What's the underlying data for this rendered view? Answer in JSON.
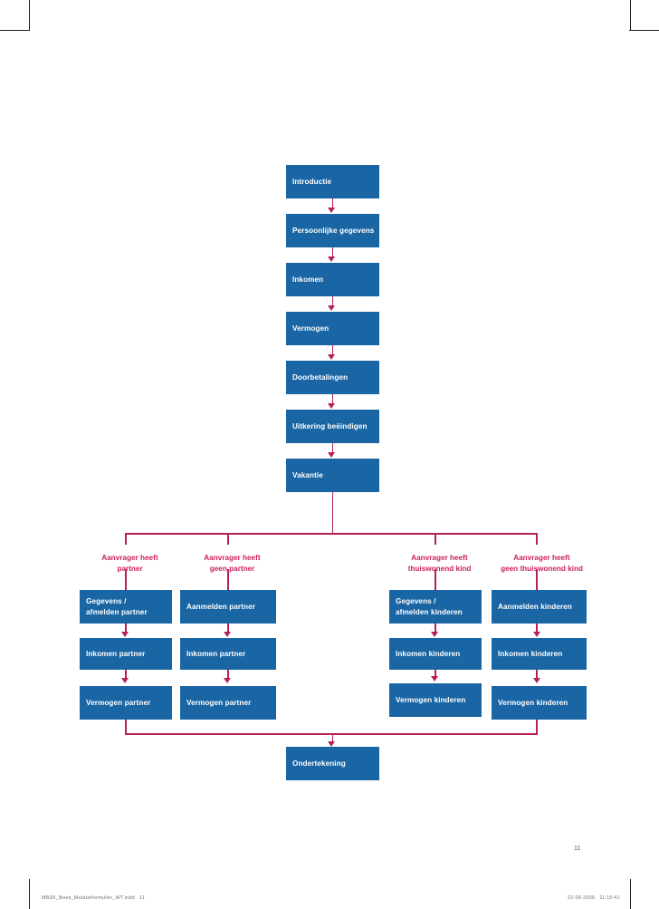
{
  "document": {
    "page_number": "11",
    "footer_left": "MBZK_Boek_Mutatieformulier_WT.indd   11",
    "footer_right": "22-06-2009   11:15:41"
  },
  "colors": {
    "node_fill": "#1a65a3",
    "node_text": "#ffffff",
    "connector": "#b5215a",
    "label_text": "#cc1f61",
    "page_background": "#ffffff"
  },
  "chart_data": {
    "type": "diagram",
    "title": "",
    "orientation": "top-to-bottom",
    "main_flow": [
      "Introductie",
      "Persoonlijke gegevens",
      "Inkomen",
      "Vermogen",
      "Doorbetalingen",
      "Uitkering beëindigen",
      "Vakantie"
    ],
    "branches": [
      {
        "label_line1": "Aanvrager heeft",
        "label_line2": "partner",
        "steps_line1": [
          "Gegevens /",
          "Inkomen partner",
          "Vermogen partner"
        ],
        "steps_line2": [
          "afmelden partner",
          "",
          ""
        ]
      },
      {
        "label_line1": "Aanvrager heeft",
        "label_line2": "geen partner",
        "steps_line1": [
          "Aanmelden partner",
          "Inkomen partner",
          "Vermogen partner"
        ],
        "steps_line2": [
          "",
          "",
          ""
        ]
      },
      {
        "label_line1": "Aanvrager heeft",
        "label_line2": "thuiswonend kind",
        "steps_line1": [
          "Gegevens /",
          "Inkomen kinderen",
          "Vermogen kinderen"
        ],
        "steps_line2": [
          "afmelden kinderen",
          "",
          ""
        ]
      },
      {
        "label_line1": "Aanvrager heeft",
        "label_line2": "geen thuiswonend kind",
        "steps_line1": [
          "Aanmelden kinderen",
          "Inkomen kinderen",
          "Vermogen kinderen"
        ],
        "steps_line2": [
          "",
          "",
          ""
        ]
      }
    ],
    "final_node": "Ondertekening"
  },
  "nodes": {
    "main": {
      "n0": "Introductie",
      "n1": "Persoonlijke gegevens",
      "n2": "Inkomen",
      "n3": "Vermogen",
      "n4": "Doorbetalingen",
      "n5": "Uitkering beëindigen",
      "n6": "Vakantie"
    },
    "branch_labels": {
      "b0_l1": "Aanvrager heeft",
      "b0_l2": "partner",
      "b1_l1": "Aanvrager heeft",
      "b1_l2": "geen partner",
      "b2_l1": "Aanvrager heeft",
      "b2_l2": "thuiswonend kind",
      "b3_l1": "Aanvrager heeft",
      "b3_l2": "geen thuiswonend kind"
    },
    "col0": {
      "r0_l1": "Gegevens /",
      "r0_l2": "afmelden partner",
      "r1_l1": "Inkomen partner",
      "r2_l1": "Vermogen partner"
    },
    "col1": {
      "r0_l1": "Aanmelden partner",
      "r1_l1": "Inkomen partner",
      "r2_l1": "Vermogen partner"
    },
    "col2": {
      "r0_l1": "Gegevens /",
      "r0_l2": "afmelden kinderen",
      "r1_l1": "Inkomen kinderen",
      "r2_l1": "Vermogen kinderen"
    },
    "col3": {
      "r0_l1": "Aanmelden kinderen",
      "r1_l1": "Inkomen kinderen",
      "r2_l1": "Vermogen kinderen"
    },
    "final": "Ondertekening"
  }
}
